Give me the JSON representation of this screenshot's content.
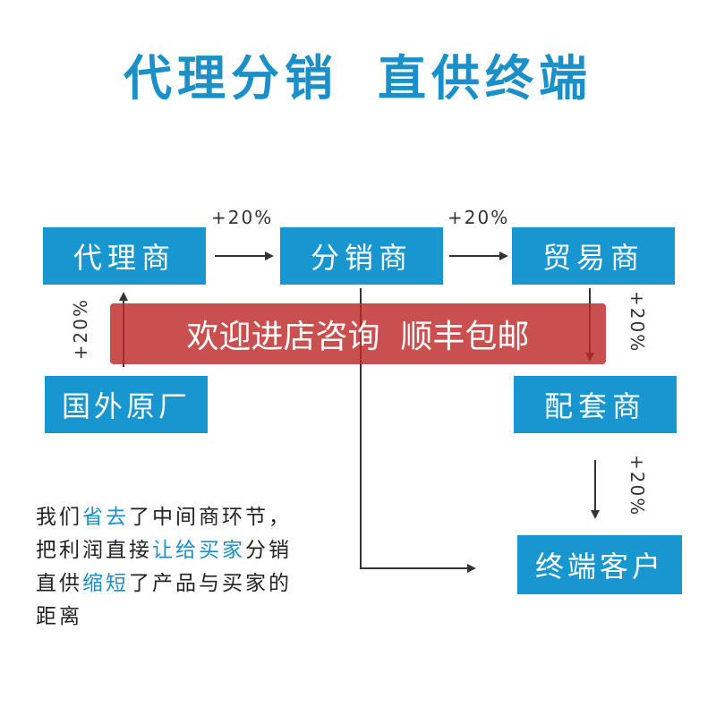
{
  "title": {
    "part1": "代理分销",
    "part2": "直供终端"
  },
  "nodes": {
    "agent": "代理商",
    "distributor": "分销商",
    "trader": "贸易商",
    "factory": "国外原厂",
    "supplier": "配套商",
    "customer": "终端客户"
  },
  "markups": {
    "agent_to_distributor": "+20%",
    "distributor_to_trader": "+20%",
    "factory_to_agent": "+20%",
    "trader_to_supplier": "+20%",
    "supplier_to_customer": "+20%"
  },
  "banner": {
    "text": "欢迎进店咨询  顺丰包邮"
  },
  "description": {
    "line1_a": "我们",
    "line1_hl": "省去",
    "line1_b": "了中间商环节，",
    "line2_a": "把利润直接",
    "line2_hl": "让给买家",
    "line2_b": "分销",
    "line3_a": "直供",
    "line3_hl": "缩短",
    "line3_b": "了产品与买家的",
    "line4": "距离"
  },
  "colors": {
    "box": "#1796cf",
    "title": "#1b8fc7",
    "banner": "#be2828",
    "arrow": "#333333"
  }
}
